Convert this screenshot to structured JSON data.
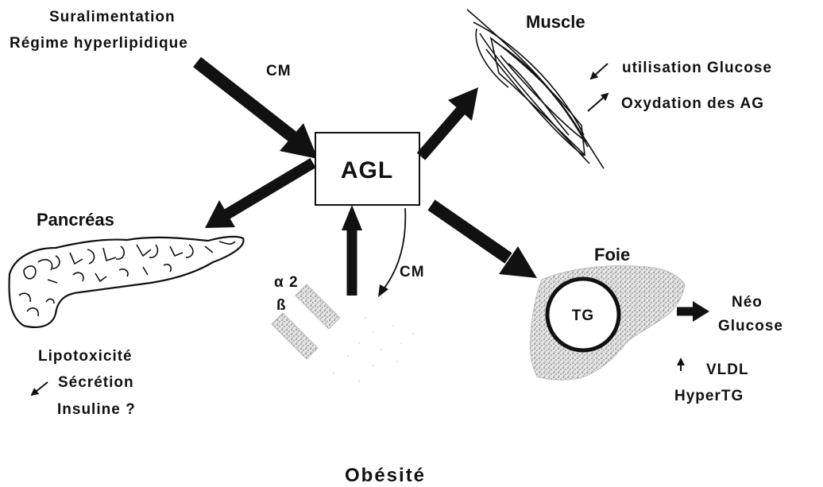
{
  "input": {
    "line1": "Suralimentation",
    "line2": "Régime hyperlipidique",
    "cm_label": "CM"
  },
  "center": {
    "label": "AGL"
  },
  "muscle": {
    "title": "Muscle",
    "effect1": "utilisation Glucose",
    "effect2": "Oxydation des AG"
  },
  "pancreas": {
    "title": "Pancréas",
    "effect1": "Lipotoxicité",
    "effect2": "Sécrétion",
    "effect3": "Insuline ?"
  },
  "liver": {
    "title": "Foie",
    "tg_label": "TG",
    "output1": "Néo",
    "output2": "Glucose",
    "effect1": "VLDL",
    "effect2": "HyperTG"
  },
  "adipose": {
    "cm_label": "CM",
    "alpha_label": "α 2",
    "beta_label": "ß",
    "title": "Obésité"
  },
  "colors": {
    "ink": "#111111",
    "stipple": "#9a9a9a",
    "background": "#ffffff"
  }
}
